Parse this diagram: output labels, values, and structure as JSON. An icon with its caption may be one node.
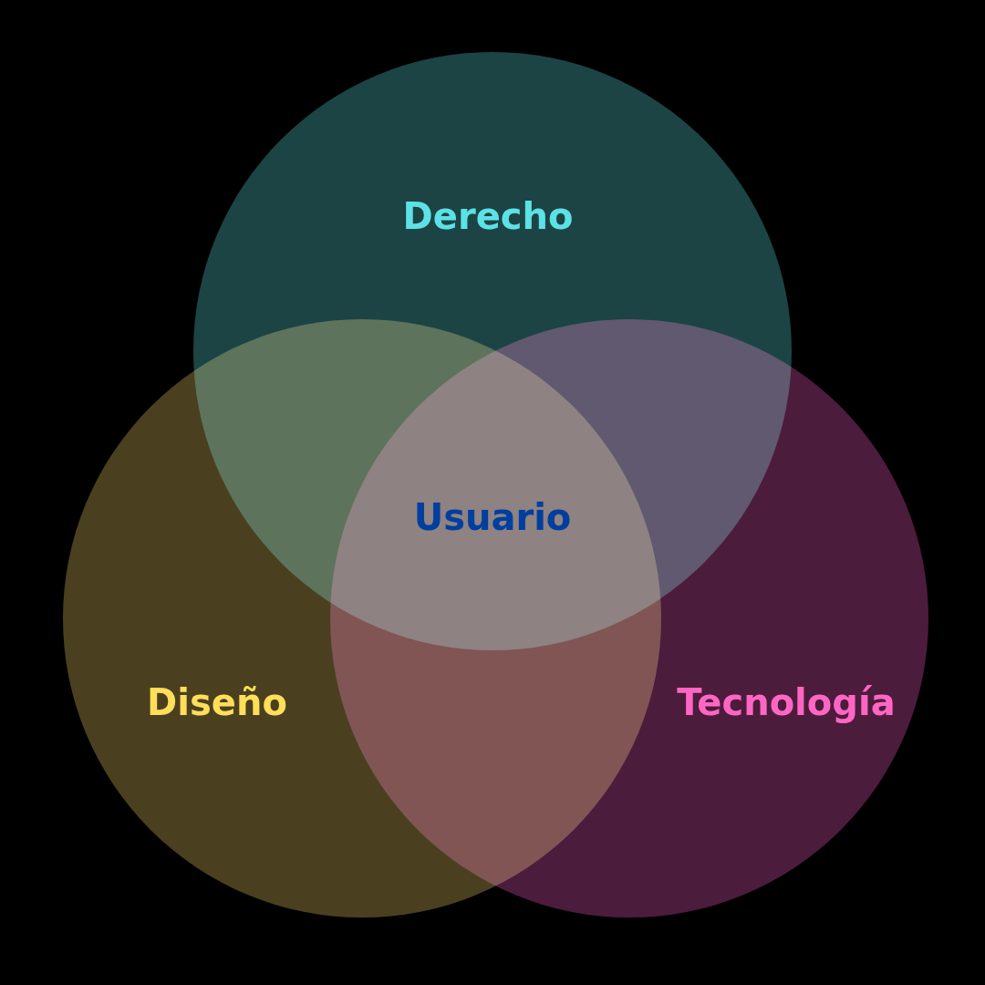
{
  "diagram": {
    "nodes": [
      {
        "text": [
          "Derecho"
        ]
      },
      {
        "text": [
          "Diseño"
        ]
      },
      {
        "text": [
          "Tecnología"
        ]
      }
    ],
    "labels": [
      "Usuario"
    ]
  }
}
